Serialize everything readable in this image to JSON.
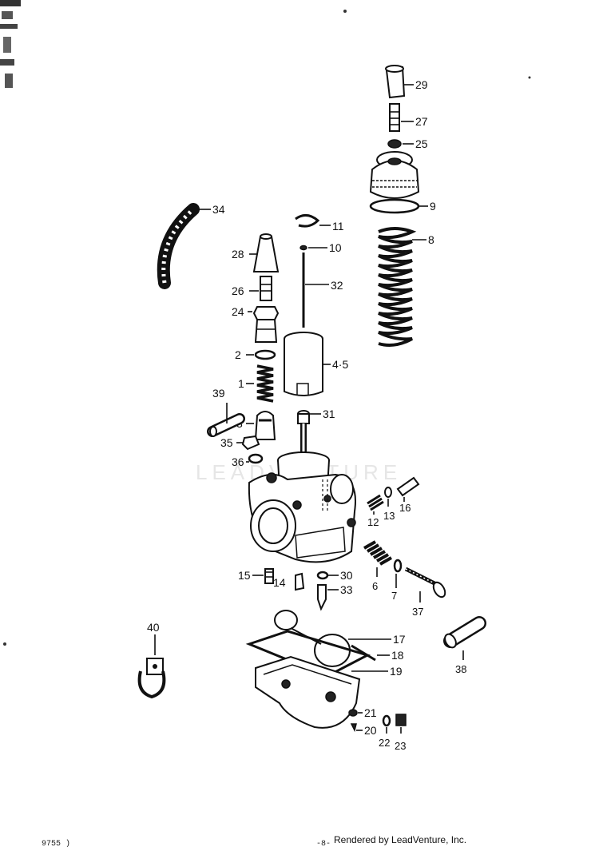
{
  "diagram": {
    "callouts": {
      "p29": "29",
      "p27": "27",
      "p25": "25",
      "p9": "9",
      "p8": "8",
      "p34": "34",
      "p11": "11",
      "p10": "10",
      "p28": "28",
      "p32": "32",
      "p26": "26",
      "p24": "24",
      "p2": "2",
      "p45": "4·5",
      "p1": "1",
      "p39": "39",
      "p31": "31",
      "p3": "3",
      "p35": "35",
      "p36": "36",
      "p12": "12",
      "p13": "13",
      "p16": "16",
      "p6": "6",
      "p7": "7",
      "p37": "37",
      "p15": "15",
      "p14": "14",
      "p30": "30",
      "p33": "33",
      "p40": "40",
      "p17": "17",
      "p18": "18",
      "p19": "19",
      "p38": "38",
      "p21": "21",
      "p20": "20",
      "p22": "22",
      "p23": "23"
    },
    "watermark": "LEADVENTURE",
    "credit": "Rendered by LeadVenture, Inc.",
    "footer_left": "9755 )",
    "footer_mid": "-8-"
  }
}
